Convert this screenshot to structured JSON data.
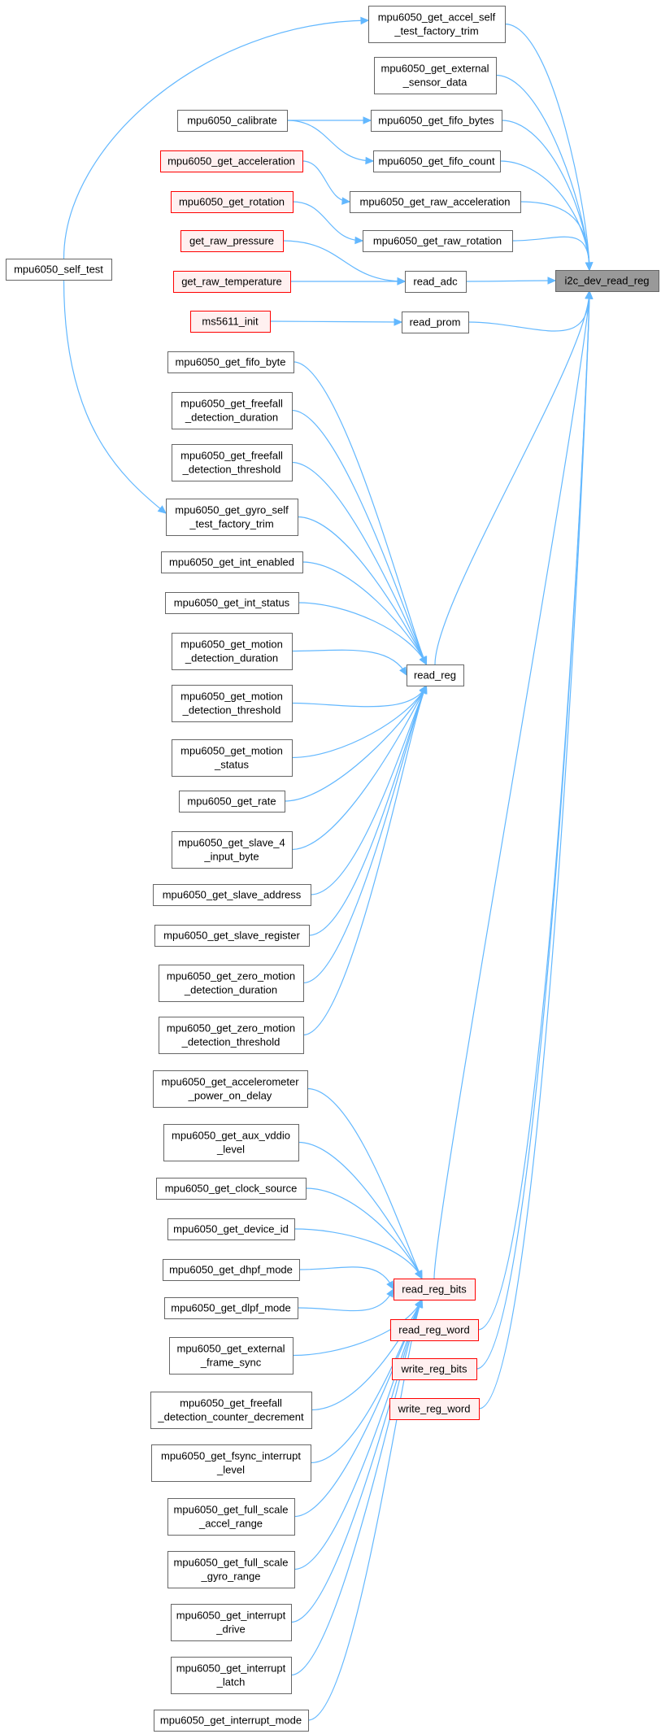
{
  "graph": {
    "nodes": [
      {
        "id": "i2c_dev_read_reg",
        "lines": [
          "i2c_dev_read_reg"
        ],
        "style": "focus"
      },
      {
        "id": "accel_self_test",
        "lines": [
          "mpu6050_get_accel_self",
          "_test_factory_trim"
        ],
        "style": "normal"
      },
      {
        "id": "external_sensor",
        "lines": [
          "mpu6050_get_external",
          "_sensor_data"
        ],
        "style": "normal"
      },
      {
        "id": "calibrate",
        "lines": [
          "mpu6050_calibrate"
        ],
        "style": "normal"
      },
      {
        "id": "fifo_bytes",
        "lines": [
          "mpu6050_get_fifo_bytes"
        ],
        "style": "normal"
      },
      {
        "id": "fifo_count",
        "lines": [
          "mpu6050_get_fifo_count"
        ],
        "style": "normal"
      },
      {
        "id": "get_acceleration",
        "lines": [
          "mpu6050_get_acceleration"
        ],
        "style": "red"
      },
      {
        "id": "raw_acceleration",
        "lines": [
          "mpu6050_get_raw_acceleration"
        ],
        "style": "normal"
      },
      {
        "id": "get_rotation",
        "lines": [
          "mpu6050_get_rotation"
        ],
        "style": "red"
      },
      {
        "id": "raw_rotation",
        "lines": [
          "mpu6050_get_raw_rotation"
        ],
        "style": "normal"
      },
      {
        "id": "self_test",
        "lines": [
          "mpu6050_self_test"
        ],
        "style": "normal"
      },
      {
        "id": "raw_pressure",
        "lines": [
          "get_raw_pressure"
        ],
        "style": "red"
      },
      {
        "id": "read_adc",
        "lines": [
          "read_adc"
        ],
        "style": "normal"
      },
      {
        "id": "raw_temperature",
        "lines": [
          "get_raw_temperature"
        ],
        "style": "red"
      },
      {
        "id": "ms5611_init",
        "lines": [
          "ms5611_init"
        ],
        "style": "red"
      },
      {
        "id": "read_prom",
        "lines": [
          "read_prom"
        ],
        "style": "normal"
      },
      {
        "id": "fifo_byte",
        "lines": [
          "mpu6050_get_fifo_byte"
        ],
        "style": "normal"
      },
      {
        "id": "ff_duration",
        "lines": [
          "mpu6050_get_freefall",
          "_detection_duration"
        ],
        "style": "normal"
      },
      {
        "id": "ff_threshold",
        "lines": [
          "mpu6050_get_freefall",
          "_detection_threshold"
        ],
        "style": "normal"
      },
      {
        "id": "gyro_self_test",
        "lines": [
          "mpu6050_get_gyro_self",
          "_test_factory_trim"
        ],
        "style": "normal"
      },
      {
        "id": "int_enabled",
        "lines": [
          "mpu6050_get_int_enabled"
        ],
        "style": "normal"
      },
      {
        "id": "int_status",
        "lines": [
          "mpu6050_get_int_status"
        ],
        "style": "normal"
      },
      {
        "id": "read_reg",
        "lines": [
          "read_reg"
        ],
        "style": "normal"
      },
      {
        "id": "motion_duration",
        "lines": [
          "mpu6050_get_motion",
          "_detection_duration"
        ],
        "style": "normal"
      },
      {
        "id": "motion_threshold",
        "lines": [
          "mpu6050_get_motion",
          "_detection_threshold"
        ],
        "style": "normal"
      },
      {
        "id": "motion_status",
        "lines": [
          "mpu6050_get_motion",
          "_status"
        ],
        "style": "normal"
      },
      {
        "id": "get_rate",
        "lines": [
          "mpu6050_get_rate"
        ],
        "style": "normal"
      },
      {
        "id": "slave4_input",
        "lines": [
          "mpu6050_get_slave_4",
          "_input_byte"
        ],
        "style": "normal"
      },
      {
        "id": "slave_address",
        "lines": [
          "mpu6050_get_slave_address"
        ],
        "style": "normal"
      },
      {
        "id": "slave_register",
        "lines": [
          "mpu6050_get_slave_register"
        ],
        "style": "normal"
      },
      {
        "id": "zm_duration",
        "lines": [
          "mpu6050_get_zero_motion",
          "_detection_duration"
        ],
        "style": "normal"
      },
      {
        "id": "zm_threshold",
        "lines": [
          "mpu6050_get_zero_motion",
          "_detection_threshold"
        ],
        "style": "normal"
      },
      {
        "id": "accel_pod",
        "lines": [
          "mpu6050_get_accelerometer",
          "_power_on_delay"
        ],
        "style": "normal"
      },
      {
        "id": "aux_vddio",
        "lines": [
          "mpu6050_get_aux_vddio",
          "_level"
        ],
        "style": "normal"
      },
      {
        "id": "clock_source",
        "lines": [
          "mpu6050_get_clock_source"
        ],
        "style": "normal"
      },
      {
        "id": "device_id",
        "lines": [
          "mpu6050_get_device_id"
        ],
        "style": "normal"
      },
      {
        "id": "dhpf_mode",
        "lines": [
          "mpu6050_get_dhpf_mode"
        ],
        "style": "normal"
      },
      {
        "id": "read_reg_bits",
        "lines": [
          "read_reg_bits"
        ],
        "style": "red"
      },
      {
        "id": "dlpf_mode",
        "lines": [
          "mpu6050_get_dlpf_mode"
        ],
        "style": "normal"
      },
      {
        "id": "ext_frame_sync",
        "lines": [
          "mpu6050_get_external",
          "_frame_sync"
        ],
        "style": "normal"
      },
      {
        "id": "read_reg_word",
        "lines": [
          "read_reg_word"
        ],
        "style": "red"
      },
      {
        "id": "write_reg_bits",
        "lines": [
          "write_reg_bits"
        ],
        "style": "red"
      },
      {
        "id": "ff_counter_dec",
        "lines": [
          "mpu6050_get_freefall",
          "_detection_counter_decrement"
        ],
        "style": "normal"
      },
      {
        "id": "write_reg_word",
        "lines": [
          "write_reg_word"
        ],
        "style": "red"
      },
      {
        "id": "fsync_level",
        "lines": [
          "mpu6050_get_fsync_interrupt",
          "_level"
        ],
        "style": "normal"
      },
      {
        "id": "fs_accel",
        "lines": [
          "mpu6050_get_full_scale",
          "_accel_range"
        ],
        "style": "normal"
      },
      {
        "id": "fs_gyro",
        "lines": [
          "mpu6050_get_full_scale",
          "_gyro_range"
        ],
        "style": "normal"
      },
      {
        "id": "int_drive",
        "lines": [
          "mpu6050_get_interrupt",
          "_drive"
        ],
        "style": "normal"
      },
      {
        "id": "int_latch",
        "lines": [
          "mpu6050_get_interrupt",
          "_latch"
        ],
        "style": "normal"
      },
      {
        "id": "int_mode",
        "lines": [
          "mpu6050_get_interrupt_mode"
        ],
        "style": "normal"
      }
    ],
    "edges": [
      [
        "accel_self_test",
        "i2c_dev_read_reg"
      ],
      [
        "external_sensor",
        "i2c_dev_read_reg"
      ],
      [
        "fifo_bytes",
        "i2c_dev_read_reg"
      ],
      [
        "fifo_count",
        "i2c_dev_read_reg"
      ],
      [
        "raw_acceleration",
        "i2c_dev_read_reg"
      ],
      [
        "raw_rotation",
        "i2c_dev_read_reg"
      ],
      [
        "read_adc",
        "i2c_dev_read_reg"
      ],
      [
        "read_prom",
        "i2c_dev_read_reg"
      ],
      [
        "read_reg",
        "i2c_dev_read_reg"
      ],
      [
        "read_reg_bits",
        "i2c_dev_read_reg"
      ],
      [
        "read_reg_word",
        "i2c_dev_read_reg"
      ],
      [
        "write_reg_bits",
        "i2c_dev_read_reg"
      ],
      [
        "write_reg_word",
        "i2c_dev_read_reg"
      ],
      [
        "self_test",
        "accel_self_test"
      ],
      [
        "self_test",
        "gyro_self_test"
      ],
      [
        "calibrate",
        "fifo_bytes"
      ],
      [
        "calibrate",
        "fifo_count"
      ],
      [
        "get_acceleration",
        "raw_acceleration"
      ],
      [
        "get_rotation",
        "raw_rotation"
      ],
      [
        "raw_pressure",
        "read_adc"
      ],
      [
        "raw_temperature",
        "read_adc"
      ],
      [
        "ms5611_init",
        "read_prom"
      ],
      [
        "fifo_byte",
        "read_reg"
      ],
      [
        "ff_duration",
        "read_reg"
      ],
      [
        "ff_threshold",
        "read_reg"
      ],
      [
        "gyro_self_test",
        "read_reg"
      ],
      [
        "int_enabled",
        "read_reg"
      ],
      [
        "int_status",
        "read_reg"
      ],
      [
        "motion_duration",
        "read_reg"
      ],
      [
        "motion_threshold",
        "read_reg"
      ],
      [
        "motion_status",
        "read_reg"
      ],
      [
        "get_rate",
        "read_reg"
      ],
      [
        "slave4_input",
        "read_reg"
      ],
      [
        "slave_address",
        "read_reg"
      ],
      [
        "slave_register",
        "read_reg"
      ],
      [
        "zm_duration",
        "read_reg"
      ],
      [
        "zm_threshold",
        "read_reg"
      ],
      [
        "accel_pod",
        "read_reg_bits"
      ],
      [
        "aux_vddio",
        "read_reg_bits"
      ],
      [
        "clock_source",
        "read_reg_bits"
      ],
      [
        "device_id",
        "read_reg_bits"
      ],
      [
        "dhpf_mode",
        "read_reg_bits"
      ],
      [
        "dlpf_mode",
        "read_reg_bits"
      ],
      [
        "ext_frame_sync",
        "read_reg_bits"
      ],
      [
        "ff_counter_dec",
        "read_reg_bits"
      ],
      [
        "fsync_level",
        "read_reg_bits"
      ],
      [
        "fs_accel",
        "read_reg_bits"
      ],
      [
        "fs_gyro",
        "read_reg_bits"
      ],
      [
        "int_drive",
        "read_reg_bits"
      ],
      [
        "int_latch",
        "read_reg_bits"
      ],
      [
        "int_mode",
        "read_reg_bits"
      ]
    ]
  }
}
